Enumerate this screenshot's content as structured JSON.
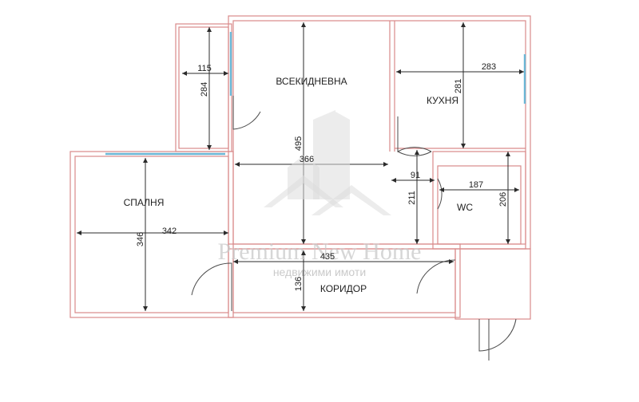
{
  "rooms": {
    "living": "ВСЕКИДНЕВНА",
    "kitchen": "КУХНЯ",
    "bedroom": "СПАЛНЯ",
    "wc": "WC",
    "corridor": "КОРИДОР"
  },
  "dimensions": {
    "balcony_width": "115",
    "balcony_height": "284",
    "living_height": "495",
    "living_width": "366",
    "kitchen_width": "283",
    "kitchen_height": "281",
    "passage_width": "91",
    "passage_height": "211",
    "wc_width": "187",
    "wc_height": "206",
    "bedroom_height": "346",
    "bedroom_width": "342",
    "corridor_width": "435",
    "corridor_height": "136"
  },
  "watermark": {
    "brand": "Premium New Home",
    "subtitle": "недвижими имоти"
  }
}
